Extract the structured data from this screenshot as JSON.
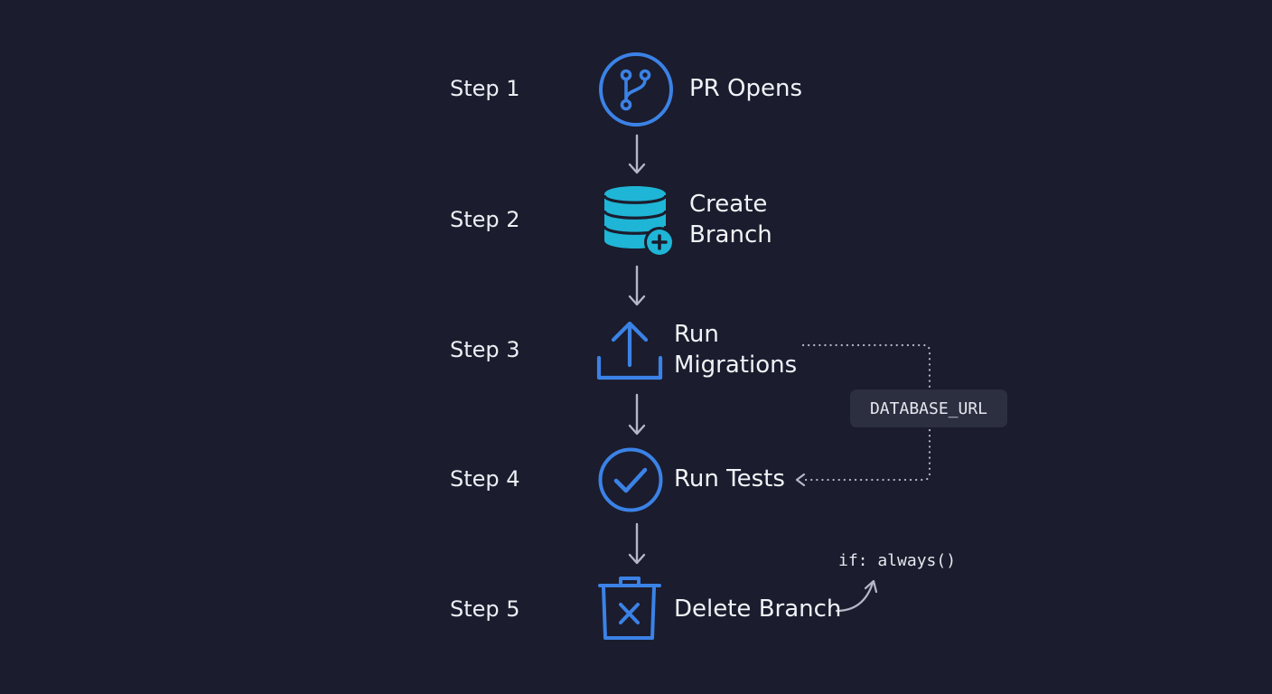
{
  "steps": [
    {
      "label": "Step 1",
      "title": "PR Opens",
      "icon": "git-branch-icon"
    },
    {
      "label": "Step 2",
      "title": "Create\nBranch",
      "icon": "database-add-icon"
    },
    {
      "label": "Step 3",
      "title": "Run\nMigrations",
      "icon": "upload-icon"
    },
    {
      "label": "Step 4",
      "title": "Run Tests",
      "icon": "check-circle-icon"
    },
    {
      "label": "Step 5",
      "title": "Delete Branch",
      "icon": "trash-x-icon"
    }
  ],
  "env_badge": "DATABASE_URL",
  "condition_note": "if: always()",
  "colors": {
    "background": "#1b1c2d",
    "blue": "#3b82e6",
    "cyan": "#1fb5d6",
    "arrow": "#b4b8c6",
    "badge": "#2c2f40"
  }
}
